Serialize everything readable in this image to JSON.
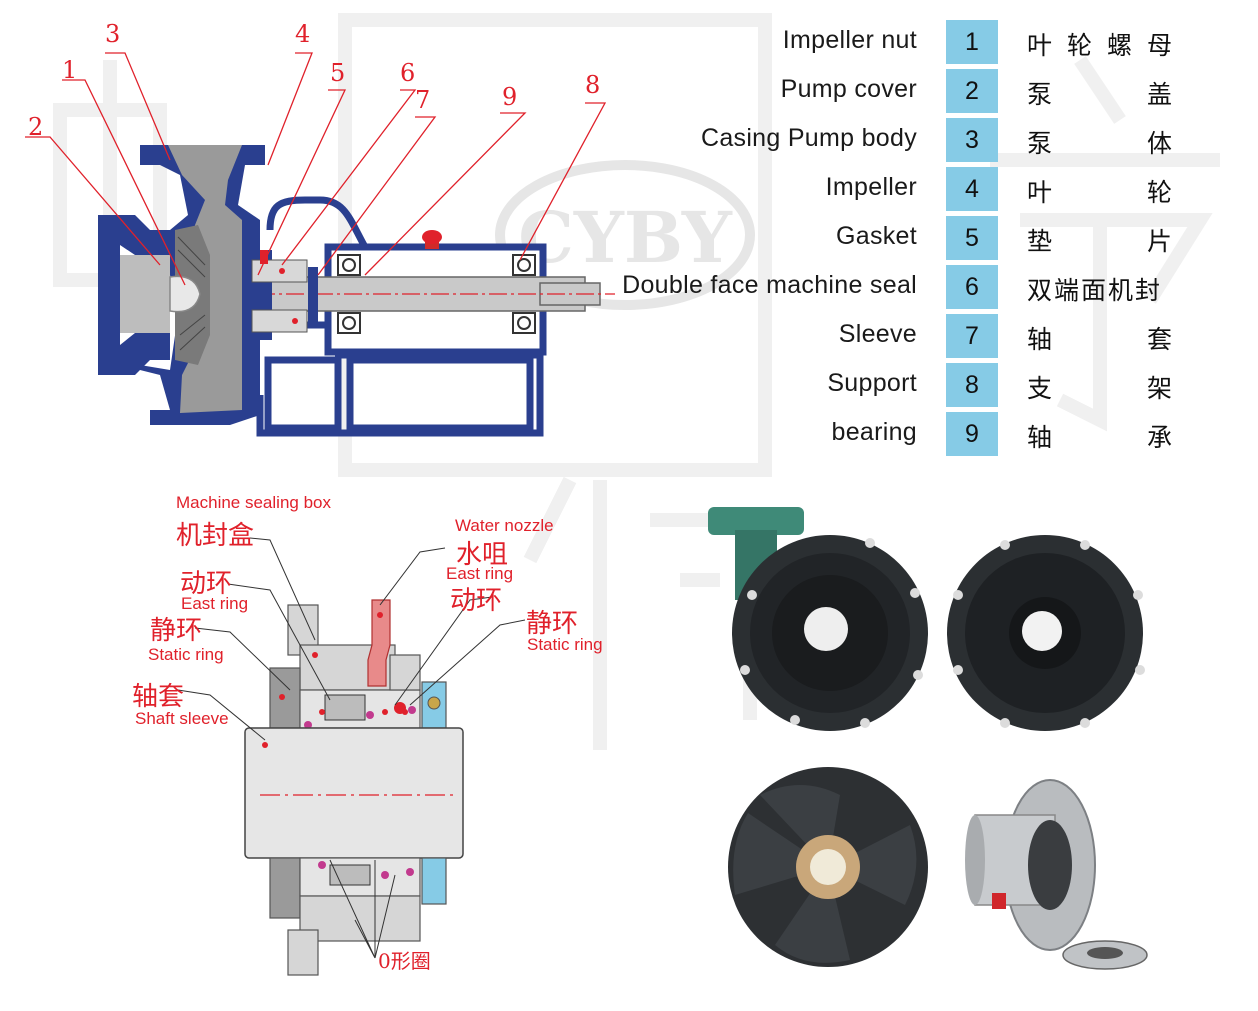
{
  "watermark": {
    "text": "CYBY"
  },
  "parts": [
    {
      "num": "1",
      "en": "Impeller nut",
      "cn": [
        "叶",
        "轮",
        "螺",
        "母"
      ]
    },
    {
      "num": "2",
      "en": "Pump cover",
      "cn": [
        "泵",
        "盖"
      ]
    },
    {
      "num": "3",
      "en": "Casing Pump body",
      "cn": [
        "泵",
        "体"
      ]
    },
    {
      "num": "4",
      "en": "Impeller",
      "cn": [
        "叶",
        "轮"
      ]
    },
    {
      "num": "5",
      "en": "Gasket",
      "cn": [
        "垫",
        "片"
      ]
    },
    {
      "num": "6",
      "en": "Double face machine seal",
      "cn": [
        "双端面机封"
      ]
    },
    {
      "num": "7",
      "en": "Sleeve",
      "cn": [
        "轴",
        "套"
      ]
    },
    {
      "num": "8",
      "en": "Support",
      "cn": [
        "支",
        "架"
      ]
    },
    {
      "num": "9",
      "en": "bearing",
      "cn": [
        "轴",
        "承"
      ]
    }
  ],
  "diagram_callouts": [
    "1",
    "2",
    "3",
    "4",
    "5",
    "6",
    "7",
    "8",
    "9"
  ],
  "seal_labels": {
    "box_en": "Machine sealing box",
    "box_cn": "机封盒",
    "east_cn_left": "动环",
    "east_en_left": "East ring",
    "static_cn_left": "静环",
    "static_en_left": "Static ring",
    "sleeve_cn": "轴套",
    "sleeve_en": "Shaft sleeve",
    "nozzle_en": "Water nozzle",
    "nozzle_cn": "水咀",
    "east_en_right": "East ring",
    "east_cn_right": "动环",
    "static_cn_right": "静环",
    "static_en_right": "Static ring",
    "oring": "0形圈"
  },
  "colors": {
    "casing": "#2a3f8f",
    "lining": "#9a9a9a",
    "accent": "#86cbe6",
    "red": "#e0212b"
  }
}
